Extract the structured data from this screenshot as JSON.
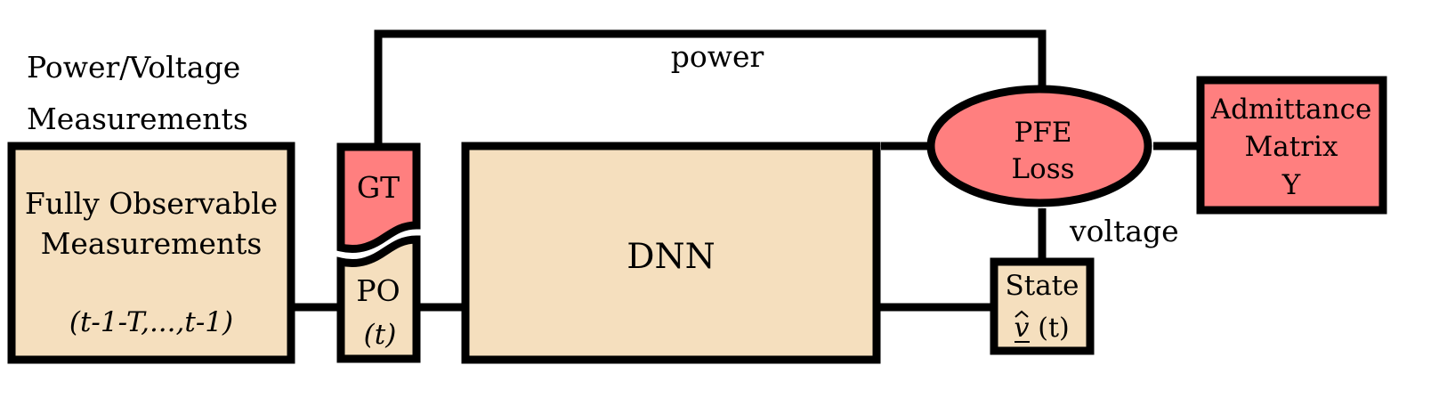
{
  "colors": {
    "beige": "#F5DFBE",
    "salmon": "#FF7F7F",
    "stroke": "#000000",
    "background": "#FFFFFF"
  },
  "header": {
    "line1": "Power/Voltage",
    "line2": "Measurements"
  },
  "blocks": {
    "fully_observable": {
      "line1": "Fully Observable",
      "line2": "Measurements",
      "window": "(t-1-T,...,t-1)"
    },
    "gt": {
      "label": "GT"
    },
    "po": {
      "line1": "PO",
      "line2": "(t)"
    },
    "dnn": {
      "label": "DNN"
    },
    "state": {
      "line1": "State",
      "symbol": "v",
      "arg": "(t)"
    },
    "pfe_loss": {
      "line1": "PFE",
      "line2": "Loss"
    },
    "admittance": {
      "line1": "Admittance",
      "line2": "Matrix",
      "line3": "Y"
    }
  },
  "edges": {
    "power_label": "power",
    "voltage_label": "voltage"
  }
}
